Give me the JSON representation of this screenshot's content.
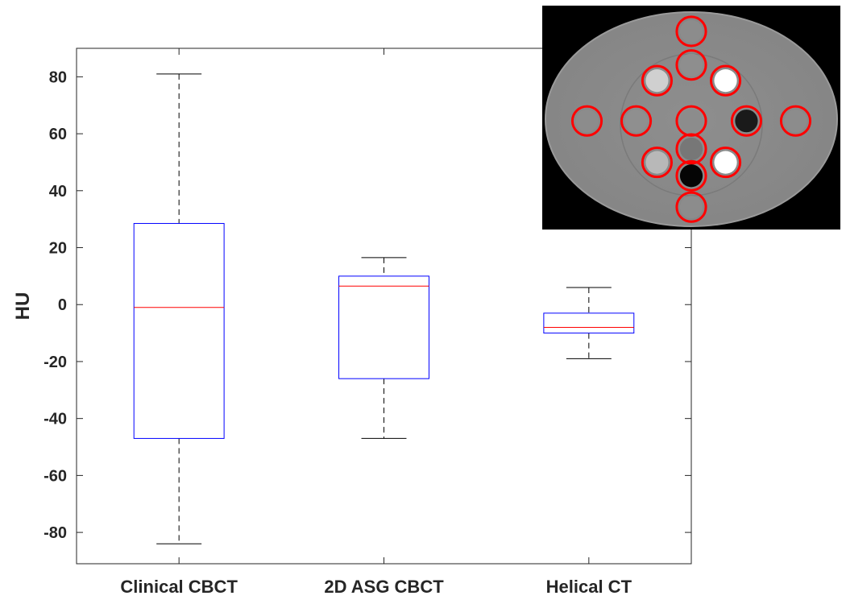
{
  "chart_data": {
    "type": "box",
    "title": "",
    "xlabel": "",
    "ylabel": "HU",
    "ylim": [
      -91,
      90
    ],
    "yticks": [
      -80,
      -60,
      -40,
      -20,
      0,
      20,
      40,
      60,
      80
    ],
    "categories": [
      "Clinical CBCT",
      "2D ASG CBCT",
      "Helical CT"
    ],
    "boxes": [
      {
        "category": "Clinical CBCT",
        "whisker_low": -84,
        "q1": -47,
        "median": -1,
        "q3": 28.5,
        "whisker_high": 81
      },
      {
        "category": "2D ASG CBCT",
        "whisker_low": -47,
        "q1": -26,
        "median": 6.5,
        "q3": 10,
        "whisker_high": 16.5
      },
      {
        "category": "Helical CT",
        "whisker_low": -19,
        "q1": -10,
        "median": -8,
        "q3": -3,
        "whisker_high": 6
      }
    ],
    "colors": {
      "box": "#0000ff",
      "median": "#ff0000",
      "whisker": "#000000",
      "axis": "#262626"
    },
    "inset": {
      "kind": "CT phantom slice with red ROI circles",
      "roi_color": "#ff0000",
      "rois": [
        {
          "cx": 0.5,
          "cy": 0.115,
          "r": 0.065,
          "fill": "#8c8c8c"
        },
        {
          "cx": 0.5,
          "cy": 0.265,
          "r": 0.065,
          "fill": "#8e8e8e"
        },
        {
          "cx": 0.385,
          "cy": 0.335,
          "r": 0.065,
          "fill": "#d0d0d0"
        },
        {
          "cx": 0.615,
          "cy": 0.335,
          "r": 0.065,
          "fill": "#ffffff"
        },
        {
          "cx": 0.15,
          "cy": 0.515,
          "r": 0.065,
          "fill": "#8c8c8c"
        },
        {
          "cx": 0.315,
          "cy": 0.515,
          "r": 0.065,
          "fill": "#8f8f8f"
        },
        {
          "cx": 0.5,
          "cy": 0.515,
          "r": 0.065,
          "fill": "#8c8c8c"
        },
        {
          "cx": 0.685,
          "cy": 0.515,
          "r": 0.065,
          "fill": "#1a1a1a"
        },
        {
          "cx": 0.85,
          "cy": 0.515,
          "r": 0.065,
          "fill": "#8c8c8c"
        },
        {
          "cx": 0.5,
          "cy": 0.64,
          "r": 0.065,
          "fill": "#777777"
        },
        {
          "cx": 0.385,
          "cy": 0.7,
          "r": 0.065,
          "fill": "#b8b8b8"
        },
        {
          "cx": 0.615,
          "cy": 0.7,
          "r": 0.065,
          "fill": "#ffffff"
        },
        {
          "cx": 0.5,
          "cy": 0.76,
          "r": 0.065,
          "fill": "#050505"
        },
        {
          "cx": 0.5,
          "cy": 0.9,
          "r": 0.065,
          "fill": "#8c8c8c"
        }
      ]
    }
  }
}
